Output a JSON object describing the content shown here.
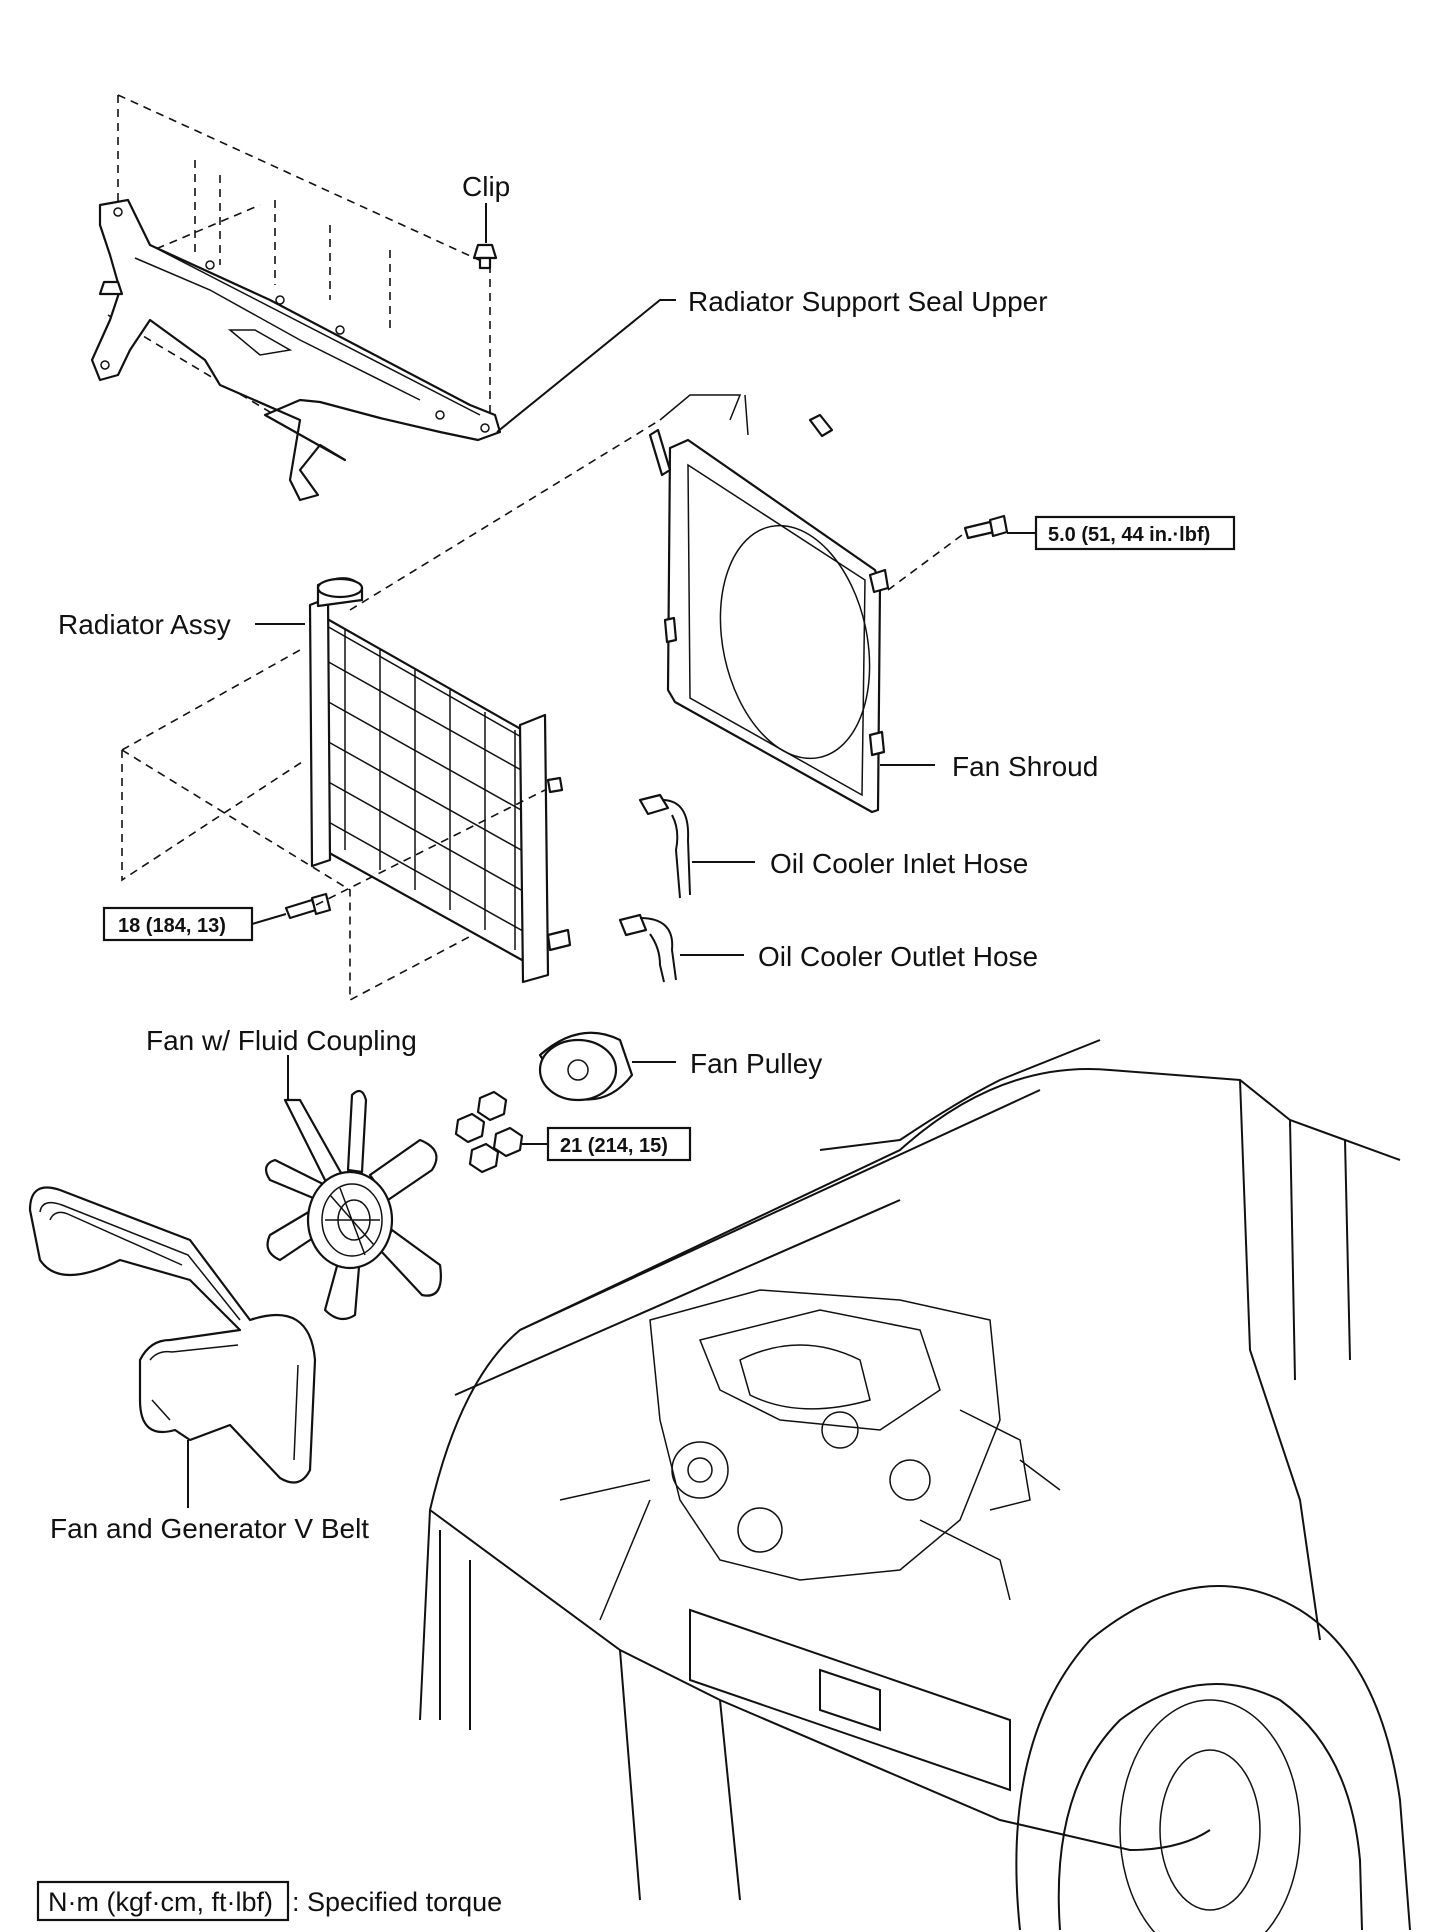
{
  "labels": {
    "clip": "Clip",
    "radiator_support_seal_upper": "Radiator Support Seal Upper",
    "radiator_assy": "Radiator Assy",
    "fan_shroud": "Fan Shroud",
    "oil_cooler_inlet_hose": "Oil Cooler Inlet Hose",
    "oil_cooler_outlet_hose": "Oil Cooler Outlet Hose",
    "fan_fluid_coupling": "Fan w/ Fluid Coupling",
    "fan_pulley": "Fan Pulley",
    "fan_generator_v_belt": "Fan and Generator V Belt"
  },
  "torques": {
    "shroud_bolt": "5.0 (51, 44 in.·lbf)",
    "radiator_bolt": "18 (184, 13)",
    "pulley_nut": "21 (214, 15)"
  },
  "legend": {
    "unit": "N·m (kgf·cm, ft·lbf)",
    "text": ": Specified torque"
  }
}
